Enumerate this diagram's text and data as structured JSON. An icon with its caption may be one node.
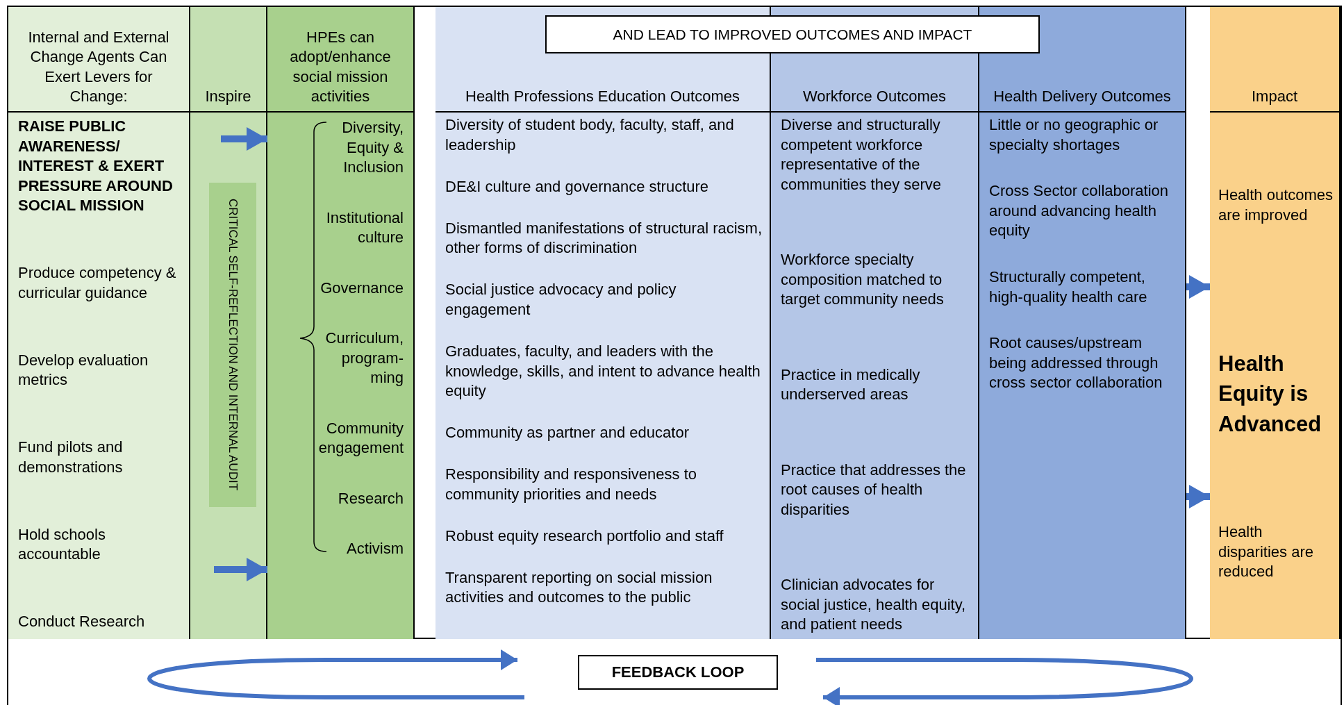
{
  "diagram": {
    "nodes": [
      {
        "text": [
          "Internal and External Change Agents Can Exert Levers for Change:",
          "RAISE PUBLIC AWARENESS/ INTEREST & EXERT PRESSURE AROUND SOCIAL MISSION",
          "Produce competency & curricular guidance",
          "Develop evaluation metrics",
          "Fund pilots and demonstrations",
          "Hold schools accountable",
          "Conduct Research"
        ]
      },
      {
        "text": [
          "Inspire"
        ]
      },
      {
        "text": [
          "CRITICAL SELF-REFLECTION AND INTERNAL AUDIT"
        ],
        "in": 1
      },
      {
        "text": [
          "HPEs can adopt/enhance social mission activities",
          "Diversity, Equity & Inclusion",
          "Institutional culture",
          "Governance",
          "Curriculum, program-ming",
          "Community engagement",
          "Research",
          "Activism"
        ]
      },
      {
        "text": [
          "AND LEAD TO IMPROVED OUTCOMES AND IMPACT"
        ]
      },
      {
        "text": [
          "Health Professions Education Outcomes",
          "Diversity of student body, faculty, staff, and leadership",
          "DE&I culture and governance structure",
          "Dismantled manifestations of structural racism, other forms of discrimination",
          "Social justice advocacy and policy engagement",
          "Graduates, faculty, and leaders with the knowledge, skills, and intent to advance health equity",
          "Community as partner and educator",
          "Responsibility and responsiveness to community priorities and needs",
          "Robust equity research portfolio and staff",
          "Transparent reporting on social mission activities and outcomes to the public"
        ]
      },
      {
        "text": [
          "Workforce Outcomes",
          "Diverse and structurally competent workforce representative of the communities they serve",
          "Workforce specialty composition matched to target community needs",
          "Practice in medically underserved areas",
          "Practice that addresses the root causes of health disparities",
          "Clinician advocates for social justice, health equity, and patient needs"
        ]
      },
      {
        "text": [
          "Health Delivery Outcomes",
          "Little or no geographic or specialty shortages",
          "Cross Sector collaboration around advancing health equity",
          "Structurally competent, high-quality health care",
          "Root causes/upstream being addressed through cross sector collaboration"
        ]
      },
      {
        "text": [
          "Impact",
          "Health outcomes are improved",
          "Health Equity is Advanced",
          "Health disparities are reduced"
        ]
      },
      {
        "text": [
          "FEEDBACK LOOP"
        ]
      }
    ],
    "edges": [
      {
        "from": null,
        "to": 3,
        "arrow": "to"
      },
      {
        "from": null,
        "to": 3,
        "arrow": "to"
      },
      {
        "from": 7,
        "to": 8,
        "arrow": "to"
      },
      {
        "from": 7,
        "to": 8,
        "arrow": "to"
      }
    ]
  }
}
